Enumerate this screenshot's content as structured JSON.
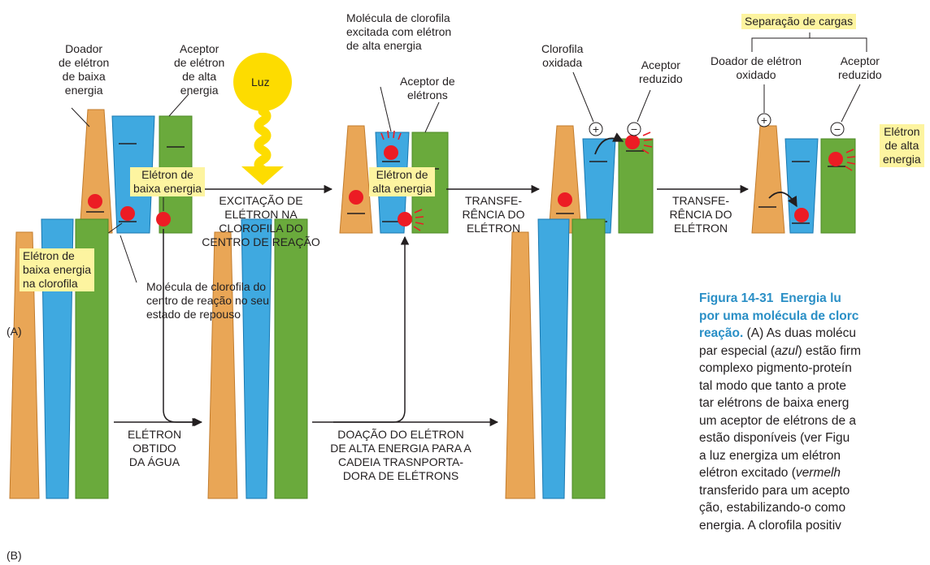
{
  "colors": {
    "donor": "#e9a656",
    "chlorophyll": "#3fa9e0",
    "acceptor": "#6aaa3c",
    "electron": "#ec1c24",
    "highlight": "#fdf4a0",
    "caption_accent": "#2a8fc6",
    "light": "#fddc00"
  },
  "panelA": {
    "label": "(A)",
    "donor_label": [
      "Doador",
      "de elétron",
      "de baixa",
      "energia"
    ],
    "acceptor_label": [
      "Aceptor",
      "de elétron",
      "de alta",
      "energia"
    ],
    "light_label": "Luz",
    "low_electron_label": [
      "Elétron de",
      "baixa energia",
      "na clorofila"
    ],
    "resting_chl_label": [
      "Molécula de clorofila do",
      "centro de reação no seu",
      "estado de repouso"
    ],
    "excited_chl_label": [
      "Molécula de clorofila",
      "excitada com elétron",
      "de alta energia"
    ],
    "electron_acceptor_label": [
      "Aceptor de",
      "elétrons"
    ],
    "oxidized_chl_label": [
      "Clorofila",
      "oxidada"
    ],
    "reduced_acceptor_label": [
      "Aceptor",
      "reduzido"
    ],
    "charge_separation_label": "Separação de cargas",
    "oxidized_donor_label": [
      "Doador de elétron",
      "oxidado"
    ],
    "reduced_acceptor_label_2": [
      "Aceptor",
      "reduzido"
    ],
    "high_electron_label": [
      "Elétron",
      "de alta",
      "energia"
    ],
    "step1": [
      "EXCITAÇÃO DE",
      "ELÉTRON NA",
      "CLOROFILA DO",
      "CENTRO DE REAÇÃO"
    ],
    "step2": [
      "TRANSFE-",
      "RÊNCIA DO",
      "ELÉTRON"
    ],
    "step3": [
      "TRANSFE-",
      "RÊNCIA DO",
      "ELÉTRON"
    ],
    "plus": "+",
    "minus": "−"
  },
  "panelB": {
    "label": "(B)",
    "low_electron_label": [
      "Elétron de",
      "baixa energia"
    ],
    "high_electron_label": [
      "Elétron de",
      "alta energia"
    ],
    "step1": [
      "ELÉTRON",
      "OBTIDO",
      "DA ÁGUA"
    ],
    "step2": [
      "DOAÇÃO DO ELÉTRON",
      "DE ALTA ENERGIA PARA A",
      "CADEIA TRASNPORTA-",
      "DORA DE ELÉTRONS"
    ]
  },
  "caption": {
    "title": "Figura 14-31",
    "line1_bold": "Energia lu",
    "line2_bold": "por uma molécula de clorc",
    "line3_bold": "reação.",
    "line3_rest": " (A) As duas molécu",
    "line4_pre": "par especial (",
    "line4_it": "azul",
    "line4_post": ") estão firm",
    "lines": [
      "complexo pigmento-proteín",
      "tal modo que tanto a prote",
      "tar elétrons de baixa energ",
      "um aceptor de elétrons de a",
      "estão disponíveis (ver Figu",
      "a luz energiza um elétron"
    ],
    "line11_pre": "elétron excitado (",
    "line11_it": "vermelh",
    "lines_end": [
      "transferido para um acepto",
      "ção, estabilizando-o como",
      "energia. A clorofila positiv"
    ]
  }
}
